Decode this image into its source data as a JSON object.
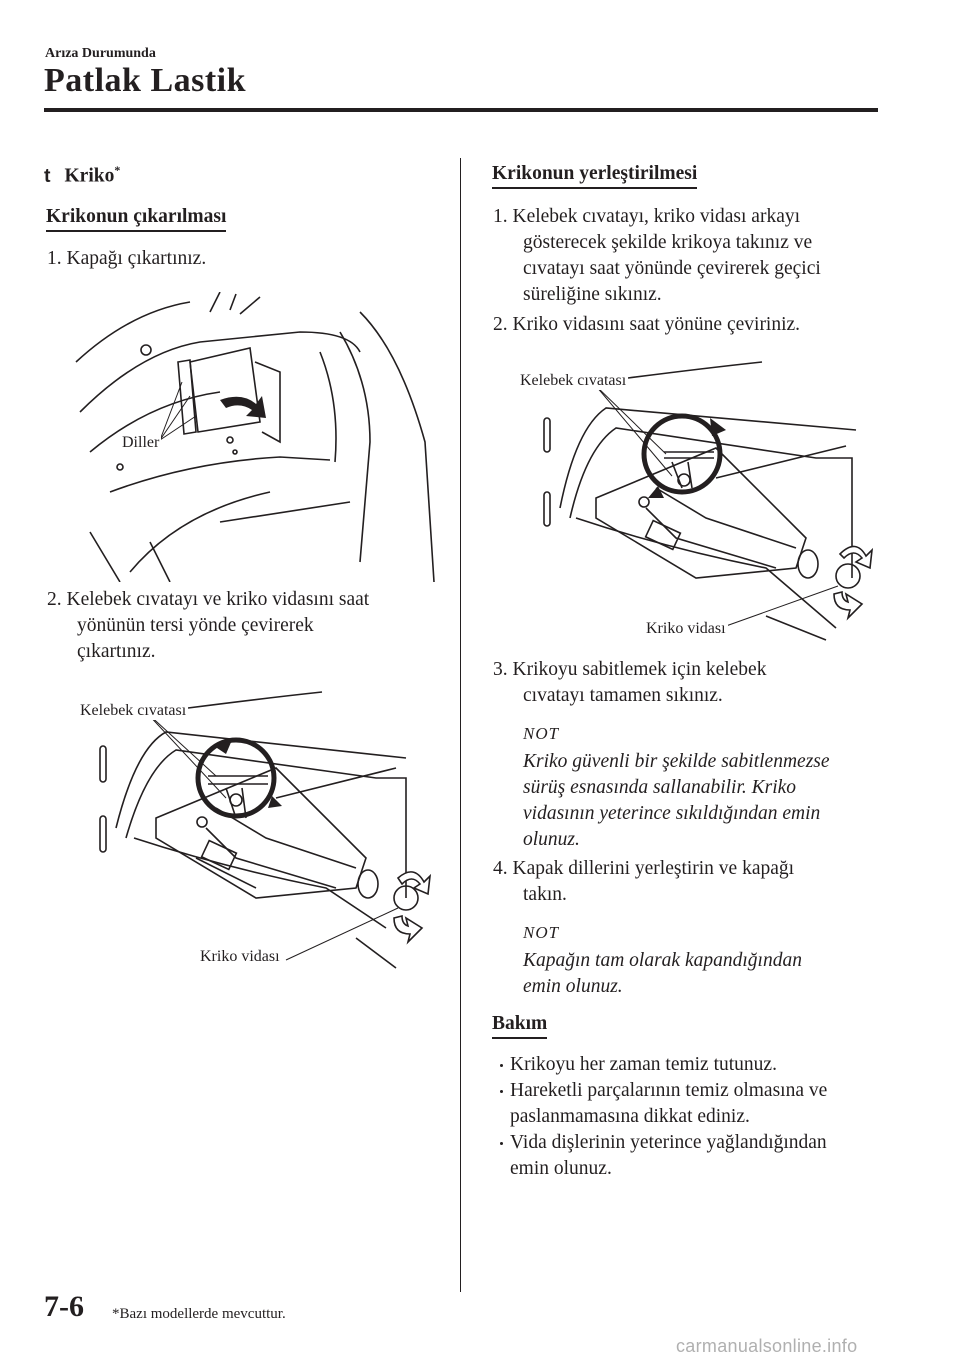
{
  "header": {
    "section": "Arıza Durumunda",
    "title": "Patlak Lastik"
  },
  "left": {
    "item_marker": "t",
    "item_title": "Kriko",
    "item_title_sup": "*",
    "subheading": "Krikonun çıkarılması",
    "step1": "1.  Kapağı çıkartınız.",
    "fig1_label": "Diller",
    "step2_line1": "2.  Kelebek cıvatayı ve kriko vidasını saat",
    "step2_line2": "yönünün tersi yönde çevirerek",
    "step2_line3": "çıkartınız.",
    "fig2_label_top": "Kelebek cıvatası",
    "fig2_label_bottom": "Kriko vidası"
  },
  "right": {
    "subheading": "Krikonun yerleştirilmesi",
    "step1_line1": "1.  Kelebek cıvatayı, kriko vidası arkayı",
    "step1_line2": "gösterecek şekilde krikoya takınız ve",
    "step1_line3": "cıvatayı saat yönünde çevirerek geçici",
    "step1_line4": "süreliğine sıkınız.",
    "step2": "2.  Kriko vidasını saat yönüne çeviriniz.",
    "fig3_label_top": "Kelebek cıvatası",
    "fig3_label_bottom": "Kriko vidası",
    "step3_line1": "3.  Krikoyu sabitlemek için kelebek",
    "step3_line2": "cıvatayı tamamen sıkınız.",
    "note1_label": "NOT",
    "note1_line1": "Kriko güvenli bir şekilde sabitlenmezse",
    "note1_line2": "sürüş esnasında sallanabilir. Kriko",
    "note1_line3": "vidasının yeterince sıkıldığından emin",
    "note1_line4": "olunuz.",
    "step4_line1": "4.  Kapak dillerini yerleştirin ve kapağı",
    "step4_line2": "takın.",
    "note2_label": "NOT",
    "note2_line1": "Kapağın tam olarak kapandığından",
    "note2_line2": "emin olunuz.",
    "maintenance_heading": "Bakım",
    "bullet1": "Krikoyu her zaman temiz tutunuz.",
    "bullet2_line1": "Hareketli parçalarının temiz olmasına ve",
    "bullet2_line2": "paslanmamasına dikkat ediniz.",
    "bullet3_line1": "Vida dişlerinin yeterince yağlandığından",
    "bullet3_line2": "emin olunuz."
  },
  "footer": {
    "page_number": "7-6",
    "footnote": "*Bazı modellerde mevcuttur.",
    "watermark": "carmanualsonline.info"
  }
}
